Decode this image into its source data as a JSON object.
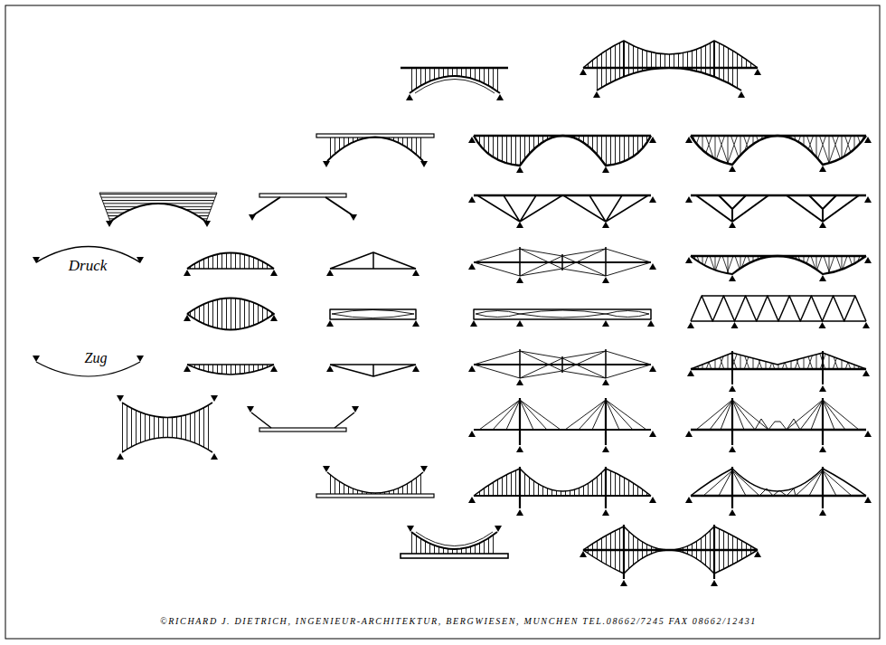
{
  "diagram": {
    "labels": [
      "Druck",
      "Zug",
      "©RICHARD J. DIETRICH, INGENIEUR-ARCHITEKTUR, BERGWIESEN, MUNCHEN TEL.08662/7245 FAX 08662/12431"
    ]
  }
}
